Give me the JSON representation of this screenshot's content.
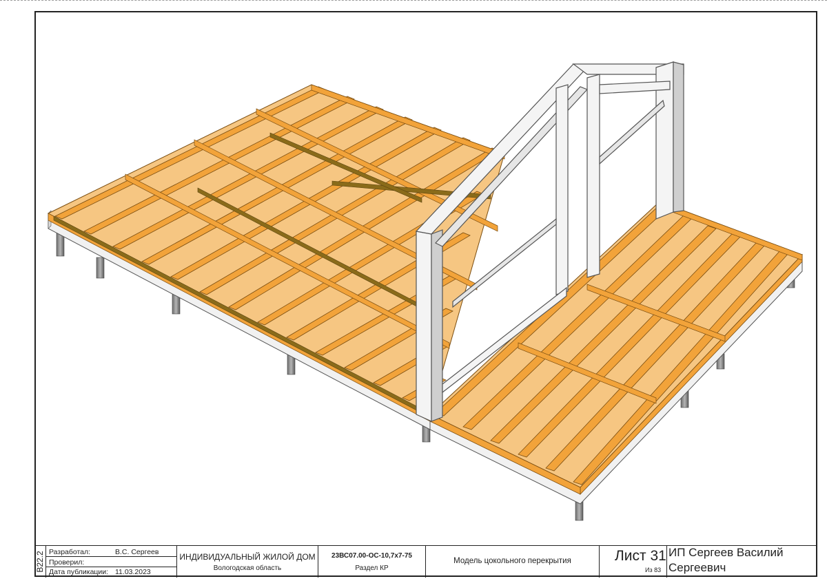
{
  "title_block": {
    "sheet_code": "В22.2",
    "developed_label": "Разработал:",
    "developed_by": "В.С. Сергеев",
    "checked_label": "Проверил:",
    "checked_by": "",
    "published_label": "Дата публикации:",
    "published_date": "11.03.2023",
    "project_title": "ИНДИВИДУАЛЬНЫЙ ЖИЛОЙ ДОМ",
    "region": "Вологодская область",
    "project_code": "23ВС07.00-ОС-10,7х7-75",
    "section": "Раздел КР",
    "drawing_name": "Модель цокольного перекрытия",
    "sheet_label": "Лист 31",
    "sheet_total": "Из 83",
    "company_line1": "ИП Сергеев Василий",
    "company_line2": "Сергеевич"
  },
  "colors": {
    "joist": "#f2a33a",
    "joist_dark": "#c77a16",
    "beam_dark": "#8a6b1a",
    "frame_white": "#f4f4f4",
    "frame_shadow": "#cfcfcf",
    "pile": "#8c8c8c"
  }
}
